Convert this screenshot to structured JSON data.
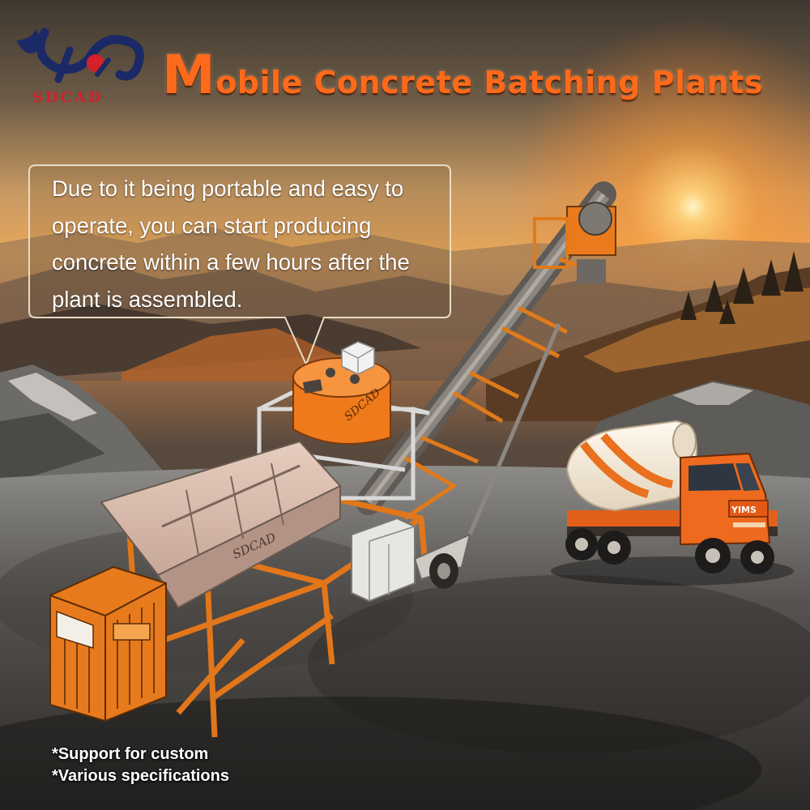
{
  "brand": {
    "logo_text": "SDCAD"
  },
  "title": {
    "first_letter": "M",
    "rest": "obile Concrete Batching Plants"
  },
  "description": "Due to it being portable and easy to operate, you can start producing concrete within a few hours after the plant is assembled.",
  "notes": [
    "*Support for custom",
    "*Various specifications"
  ],
  "truck": {
    "cab_label": "YIMS"
  },
  "plant": {
    "hopper_label": "SDCAD",
    "mixer_label": "SDCAD"
  },
  "colors": {
    "accent": "#ff6a1a",
    "navy": "#1b2a66",
    "logo_red": "#d4202a",
    "machine_orange": "#ef7a1c"
  }
}
